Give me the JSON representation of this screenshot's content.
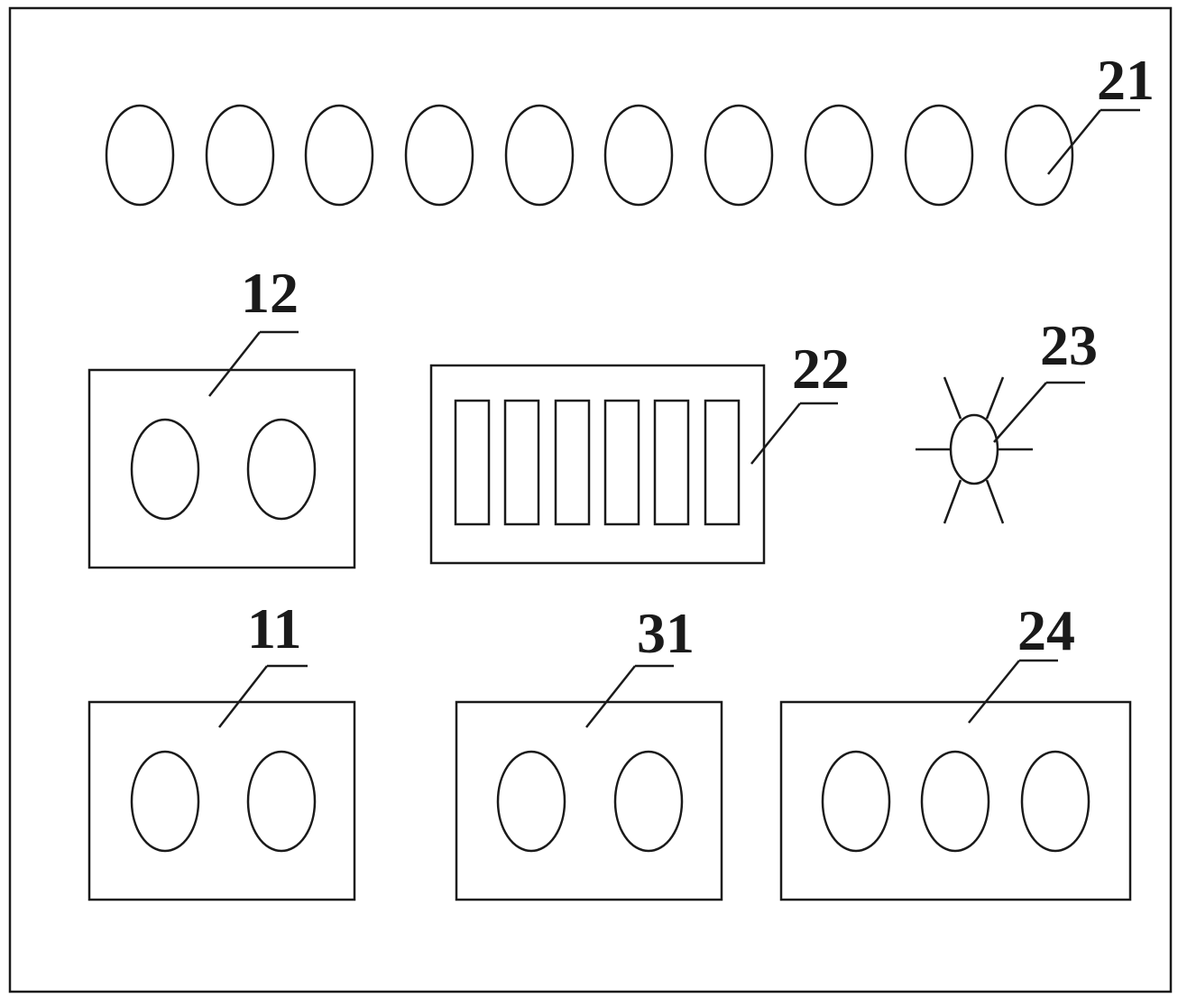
{
  "labels": {
    "led_row": "21",
    "module_12": "12",
    "display_22": "22",
    "light_23": "23",
    "module_11": "11",
    "module_31": "31",
    "module_24": "24"
  },
  "counts": {
    "led_row_ovals": 10,
    "display_segments": 6
  }
}
